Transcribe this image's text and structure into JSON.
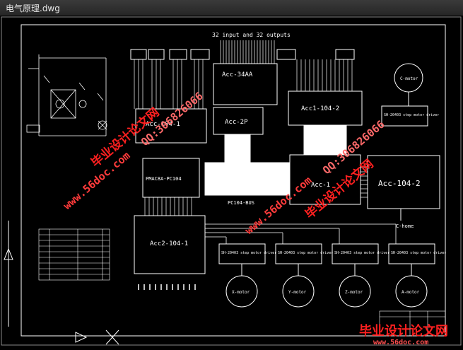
{
  "window": {
    "title": "电气原理.dwg"
  },
  "drawing": {
    "header": "32 input and 32 outputs",
    "blocks": {
      "acc34aa": "Acc-34AA",
      "acc2p": "Acc-2P",
      "acc104_2_top": "Acc1-104-2",
      "acc104_1_left": "Acc-104-1",
      "pmac": "PMAC8A-PC104",
      "acc104_mid": "Acc-1",
      "acc104_2_right": "Acc-104-2",
      "acc2_104_1": "Acc2-104-1",
      "bus": "PC104-BUS",
      "home": "C-home"
    },
    "motors": [
      "X-motor",
      "Y-motor",
      "Z-motor",
      "A-motor"
    ],
    "top_motor": "C-motor",
    "driver_label": "SH-20403 step motor driver"
  },
  "watermarks": {
    "site1": "www.56doc.com",
    "qq1": "QQ:306826066",
    "brand1": "毕业设计论文网",
    "site2": "www.56doc.com",
    "qq2": "QQ:306826066",
    "brand2": "毕业设计论文网",
    "footer_brand": "毕业设计论文网",
    "footer_site": "www.56doc.com"
  }
}
